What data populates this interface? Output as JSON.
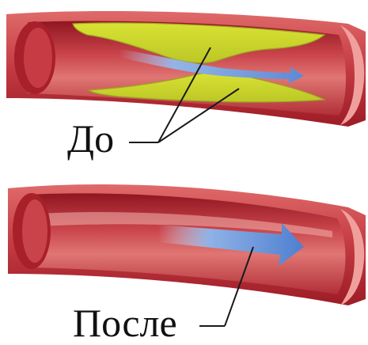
{
  "labels": {
    "before": "До",
    "after": "После"
  },
  "colors": {
    "vessel_wall_dark": "#b52430",
    "vessel_wall": "#d8555a",
    "vessel_lumen": "#c43b40",
    "vessel_inner_highlight": "#e98a88",
    "plaque": "#cfdb2c",
    "plaque_edge": "#9aa323",
    "blood_flow_arrow": "#5f8fd9",
    "leader_line": "#1a1a1a"
  },
  "icons": {
    "flow": "blood-flow-arrow",
    "plaque": "cholesterol-plaque"
  }
}
